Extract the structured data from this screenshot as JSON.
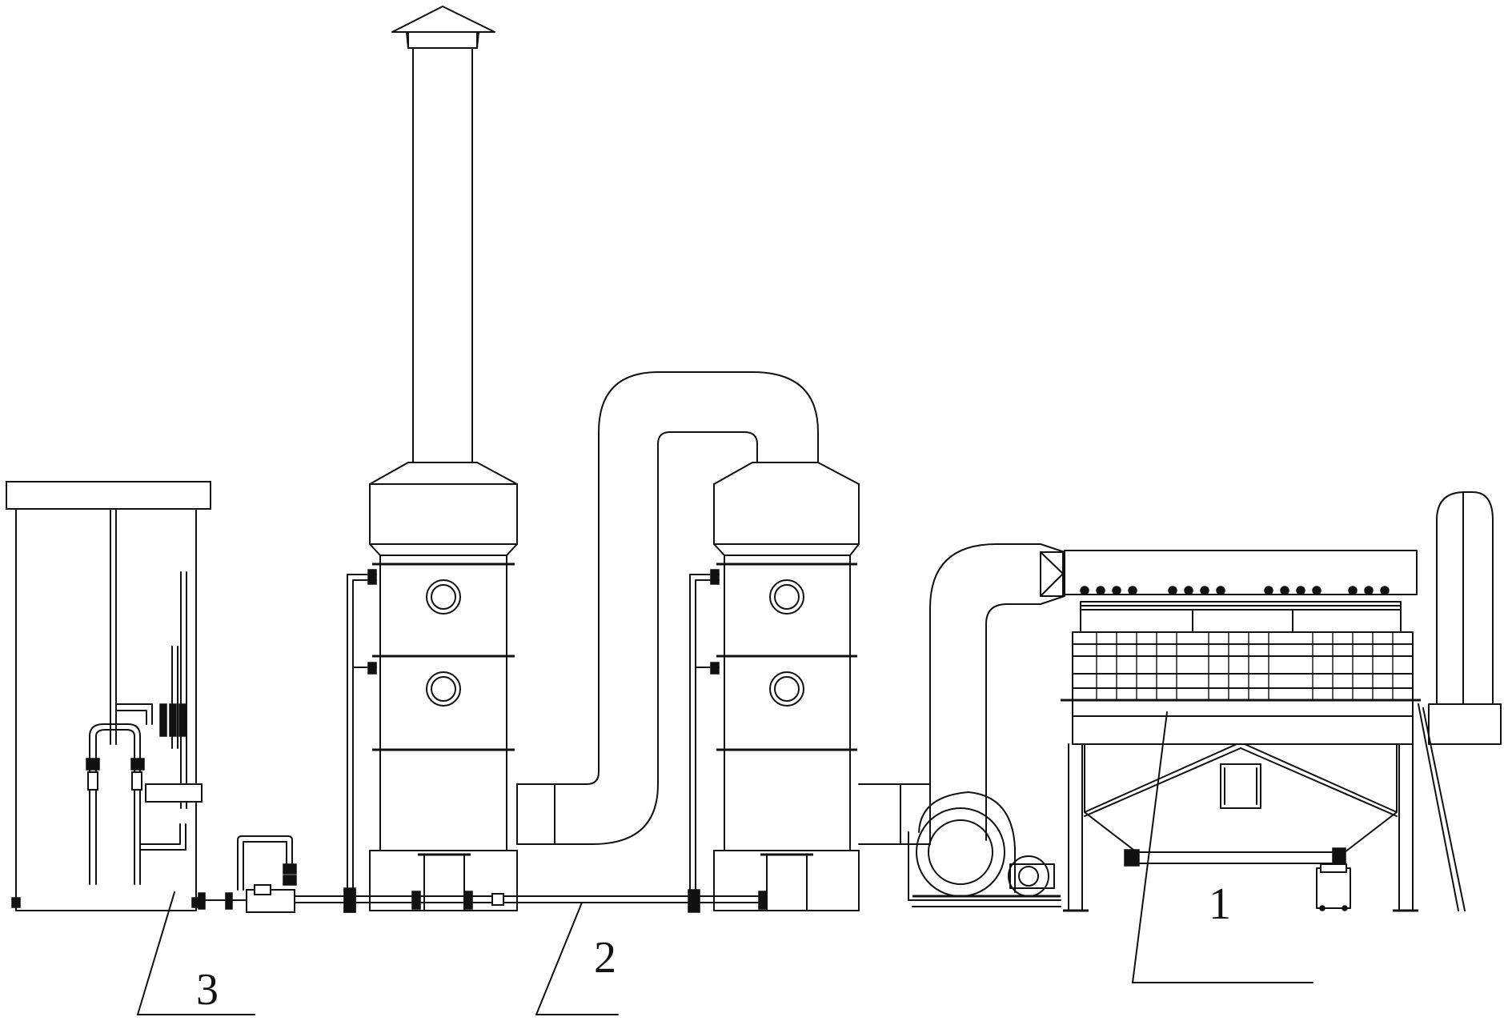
{
  "labels": {
    "item_1": "1",
    "item_2": "2",
    "item_3": "3"
  }
}
